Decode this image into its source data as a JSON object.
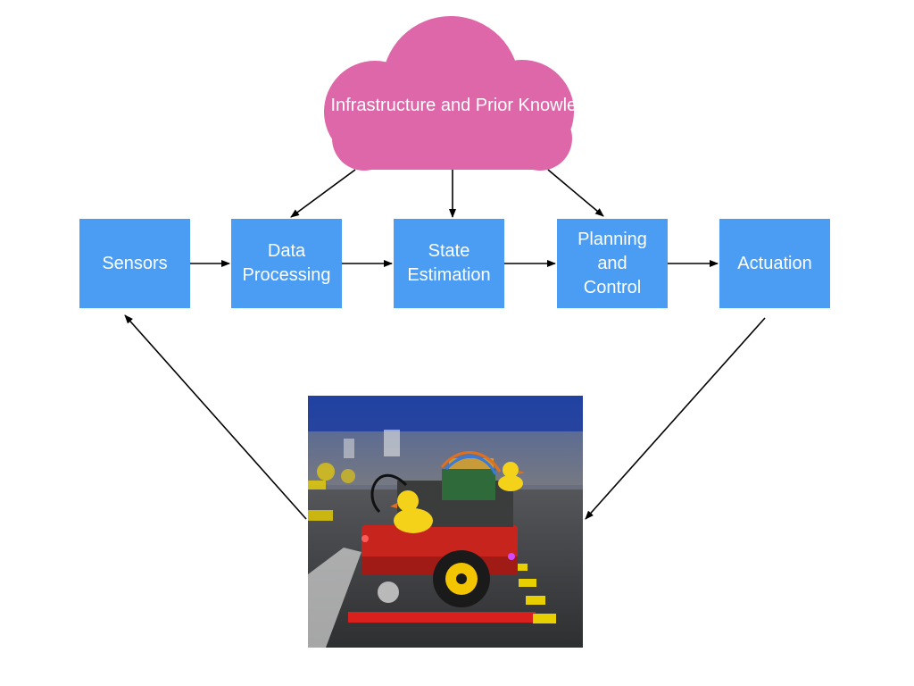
{
  "cloud": {
    "label": "Infrastructure and Prior Knowledge",
    "color": "#de67a9"
  },
  "boxes": {
    "sensors": "Sensors",
    "data_processing": "Data Processing",
    "state_estimation": "State Estimation",
    "planning_control": "Planning and Control",
    "actuation": "Actuation"
  },
  "colors": {
    "box": "#4a9df3",
    "arrow": "#000000",
    "text": "#ffffff"
  },
  "photo": {
    "subject": "duckiebot-robot-photo"
  }
}
